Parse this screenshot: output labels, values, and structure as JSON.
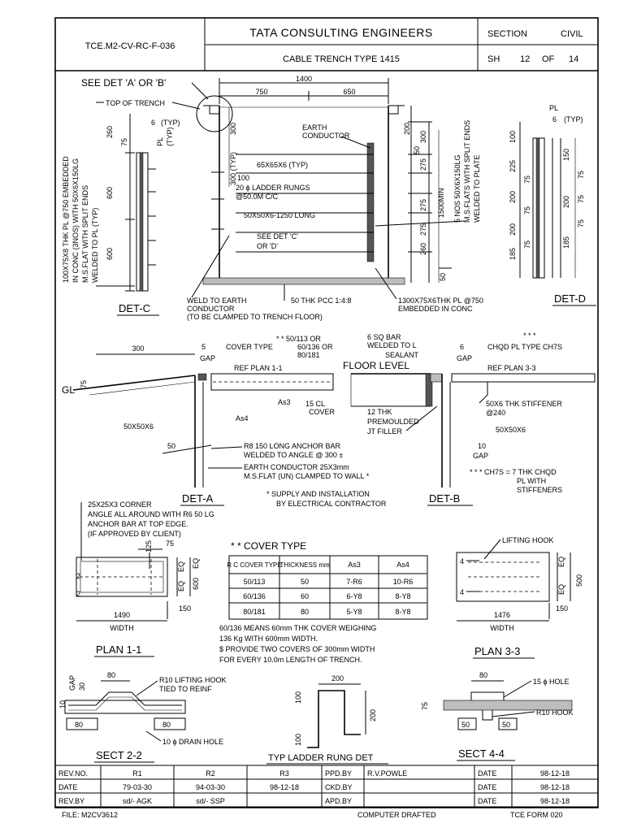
{
  "title_block": {
    "drawing_no": "TCE.M2-CV-RC-F-036",
    "company": "TATA CONSULTING ENGINEERS",
    "section_label": "SECTION",
    "section_value": "CIVIL",
    "drawing_title": "CABLE TRENCH TYPE 1415",
    "sheet_label": "SH",
    "sheet_no": "12",
    "sheet_of": "OF",
    "sheet_total": "14"
  },
  "main_section": {
    "callout_see_det": "SEE DET 'A' OR 'B'",
    "top_of_trench": "TOP OF TRENCH",
    "dim_1400": "1400",
    "dim_750": "750",
    "dim_650": "650",
    "dim_300": "300",
    "dim_300_typ": "300 (TYP)",
    "dim_100": "100",
    "angle_label": "65X65X6 (TYP)",
    "ladder_rungs_1": "20 ϕ LADDER RUNGS",
    "ladder_rungs_2": "@50.0M C/C",
    "rung_long": "50X50X6-1250 LONG",
    "earth_conductor_1": "EARTH",
    "earth_conductor_2": "CONDUCTOR",
    "see_det_cd_1": "SEE DET 'C'",
    "see_det_cd_2": "OR 'D'",
    "weld_note_1": "WELD TO EARTH",
    "weld_note_2": "CONDUCTOR",
    "weld_note_3": "(TO BE CLAMPED TO TRENCH FLOOR)",
    "pcc_note": "50 THK PCC 1:4:8",
    "plate_note_1": "1300X75X6THK PL @750",
    "plate_note_2": "EMBEDDED IN CONC",
    "flats_note_1": "5 NOS 50X6X150LG",
    "flats_note_2": "M.S.FLATS WITH SPLIT ENDS",
    "flats_note_3": "WELDED TO PLATE",
    "right_dims": [
      "50",
      "200",
      "300",
      "275",
      "275",
      "275",
      "260",
      "50"
    ],
    "dim_1500min": "1500MIN"
  },
  "det_c": {
    "label": "DET-C",
    "note_1": "100X75X8 THK PL @750 EMBEDDED",
    "note_2": "IN CONC (3NOS) WITH 50X6X150LG",
    "note_3": "M.S.FLAT WITH SPLIT ENDS",
    "note_4": "WELDED TO PL (TYP)",
    "dim_260": "260",
    "dim_75": "75",
    "dim_600a": "600",
    "dim_600b": "600",
    "typ_6": "6",
    "typ_label": "(TYP)",
    "pl_label": "PL",
    "pl_typ": "(TYP)"
  },
  "det_d": {
    "label": "DET-D",
    "pl_label": "PL",
    "typ_6": "6",
    "typ_label": "(TYP)",
    "left_dims": [
      "100",
      "225",
      "200",
      "75",
      "200",
      "75",
      "185",
      "75"
    ],
    "right_dims": [
      "150",
      "75",
      "200",
      "75",
      "185",
      "75"
    ]
  },
  "det_a": {
    "label": "DET-A",
    "dim_300": "300",
    "dim_75": "75",
    "gl": "GL",
    "gap_5": "5",
    "gap": "GAP",
    "cover_type": "COVER TYPE",
    "cover_opts": "* *  50/113 OR",
    "cover_opt2": "60/136 OR",
    "cover_opt3": "80/181",
    "ref_plan": "REF PLAN 1-1",
    "as3": "As3",
    "as4": "As4",
    "cl_cover_1": "15 CL",
    "cl_cover_2": "COVER",
    "angle": "50X50X6",
    "dim_50": "50",
    "anchor_1": "R8 150 LONG ANCHOR BAR",
    "anchor_2": "WELDED TO ANGLE @ 300 ±",
    "earth_1": "EARTH CONDUCTOR 25X3mm",
    "earth_2": "M.S.FLAT (UN) CLAMPED TO WALL *",
    "supply_1": "* SUPPLY AND INSTALLATION",
    "supply_2": "BY ELECTRICAL CONTRACTOR"
  },
  "det_b": {
    "label": "DET-B",
    "bar_1": "6 SQ BAR",
    "bar_2": "WELDED TO L",
    "sealant": "SEALANT",
    "floor_level": "FLOOR LEVEL",
    "gap_6": "6",
    "gap": "GAP",
    "chqd": "CHQD PL TYPE CH7S",
    "chqd_star": "* * *",
    "ref_plan": "REF PLAN 3-3",
    "filler_1": "12 THK",
    "filler_2": "PREMOULDED",
    "filler_3": "JT FILLER",
    "stiff_1": "50X6 THK STIFFENER",
    "stiff_2": "@240",
    "angle": "50X50X6",
    "gap_10": "10",
    "gap2": "GAP",
    "ch7s_1": "* * * CH7S = 7 THK CHQD",
    "ch7s_2": "PL WITH",
    "ch7s_3": "STIFFENERS"
  },
  "corner_note": {
    "l1": "25X25X3 CORNER",
    "l2": "ANGLE ALL AROUND WITH R6 50 LG",
    "l3": "ANCHOR BAR AT TOP EDGE.",
    "l4": "(IF APPROVED BY CLIENT)"
  },
  "plan_1_1": {
    "label": "PLAN 1-1",
    "width_dim": "1490",
    "width_label": "WIDTH",
    "dim_125": "125",
    "dim_75": "75",
    "dim_150": "150",
    "eq": "EQ",
    "dim_600": "600",
    "mark_2": "2"
  },
  "plan_3_3": {
    "label": "PLAN 3-3",
    "width_dim": "1476",
    "width_label": "WIDTH",
    "lifting_hook": "LIFTING HOOK",
    "dim_150": "150",
    "eq": "EQ",
    "dim_500": "500",
    "mark_4": "4"
  },
  "cover_table": {
    "title": "* * COVER TYPE",
    "headers": [
      "R C COVER TYPE",
      "THICKNESS mm",
      "As3",
      "As4"
    ],
    "rows": [
      [
        "50/113",
        "50",
        "7-R6",
        "10-R6"
      ],
      [
        "60/136",
        "60",
        "6-Y8",
        "8-Y8"
      ],
      [
        "80/181",
        "80",
        "5-Y8",
        "8-Y8"
      ]
    ],
    "note_1": "60/136 MEANS 60mm THK COVER WEIGHING",
    "note_2": "136 Kg WITH 600mm WIDTH.",
    "note_3": "$ PROVIDE TWO COVERS OF 300mm WIDTH",
    "note_4": "FOR EVERY 10.0m LENGTH OF TRENCH."
  },
  "sect_2_2": {
    "label": "SECT 2-2",
    "dim_80a": "80",
    "dim_80b": "80",
    "dim_80c": "80",
    "gap": "GAP",
    "dim_30": "30",
    "dim_10": "10",
    "hook_1": "R10 LIFTING HOOK",
    "hook_2": "TIED TO REINF",
    "drain": "10 ϕ DRAIN HOLE"
  },
  "rung_det": {
    "label": "TYP LADDER RUNG DET",
    "dim_200a": "200",
    "dim_200b": "200",
    "dim_100a": "100",
    "dim_100b": "100"
  },
  "sect_4_4": {
    "label": "SECT 4-4",
    "dim_80": "80",
    "hole": "15 ϕ HOLE",
    "hook": "R10 HOOK",
    "dim_75": "75",
    "dim_50a": "50",
    "dim_50b": "50"
  },
  "revision_block": {
    "rows": [
      [
        "REV.NO.",
        "R1",
        "R2",
        "R3",
        "PPD.BY",
        "R.V.POWLE",
        "DATE",
        "98-12-18"
      ],
      [
        "DATE",
        "79-03-30",
        "94-03-30",
        "98-12-18",
        "CKD.BY",
        "",
        "DATE",
        "98-12-18"
      ],
      [
        "REV.BY",
        "sd/- AGK",
        "sd/- SSP",
        "",
        "APD.BY",
        "",
        "DATE",
        "98-12-18"
      ]
    ]
  },
  "footer": {
    "file": "FILE: M2CV3612",
    "drafted": "COMPUTER DRAFTED",
    "form": "TCE FORM 020"
  }
}
